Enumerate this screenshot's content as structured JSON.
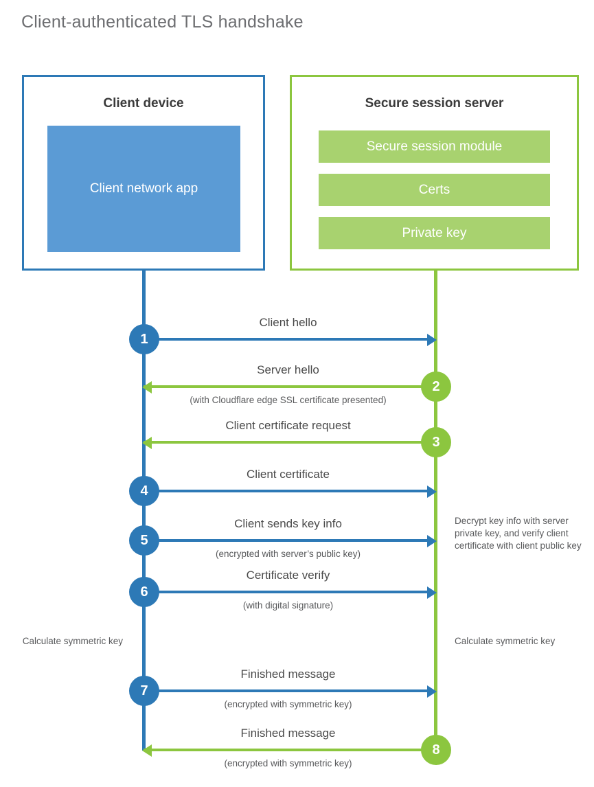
{
  "title": "Client-authenticated TLS handshake",
  "colors": {
    "blue": "#2d79b6",
    "blue_fill": "#5b9bd5",
    "green": "#8cc63f",
    "green_fill": "#a8d26f",
    "title_gray": "#6d6e71",
    "text_gray": "#4a4a4a"
  },
  "client": {
    "title": "Client device",
    "app_label": "Client network app"
  },
  "server": {
    "title": "Secure session server",
    "modules": [
      {
        "label": "Secure session module"
      },
      {
        "label": "Certs"
      },
      {
        "label": "Private key"
      }
    ]
  },
  "steps": [
    {
      "number": "1",
      "label": "Client hello",
      "sub": "",
      "direction": "client-to-server",
      "color": "blue"
    },
    {
      "number": "2",
      "label": "Server hello",
      "sub": "(with Cloudflare edge SSL certificate presented)",
      "direction": "server-to-client",
      "color": "green"
    },
    {
      "number": "3",
      "label": "Client certificate request",
      "sub": "",
      "direction": "server-to-client",
      "color": "green"
    },
    {
      "number": "4",
      "label": "Client certificate",
      "sub": "",
      "direction": "client-to-server",
      "color": "blue"
    },
    {
      "number": "5",
      "label": "Client sends key info",
      "sub": "(encrypted with server’s public key)",
      "direction": "client-to-server",
      "color": "blue"
    },
    {
      "number": "6",
      "label": "Certificate verify",
      "sub": "(with digital signature)",
      "direction": "client-to-server",
      "color": "blue"
    },
    {
      "number": "7",
      "label": "Finished message",
      "sub": "(encrypted with symmetric key)",
      "direction": "client-to-server",
      "color": "blue"
    },
    {
      "number": "8",
      "label": "Finished message",
      "sub": "(encrypted with symmetric key)",
      "direction": "server-to-client",
      "color": "green"
    }
  ],
  "notes": {
    "server_decrypt": "Decrypt key info with server private key, and verify client certificate with client public key",
    "client_calculate": "Calculate symmetric key",
    "server_calculate": "Calculate symmetric key"
  }
}
